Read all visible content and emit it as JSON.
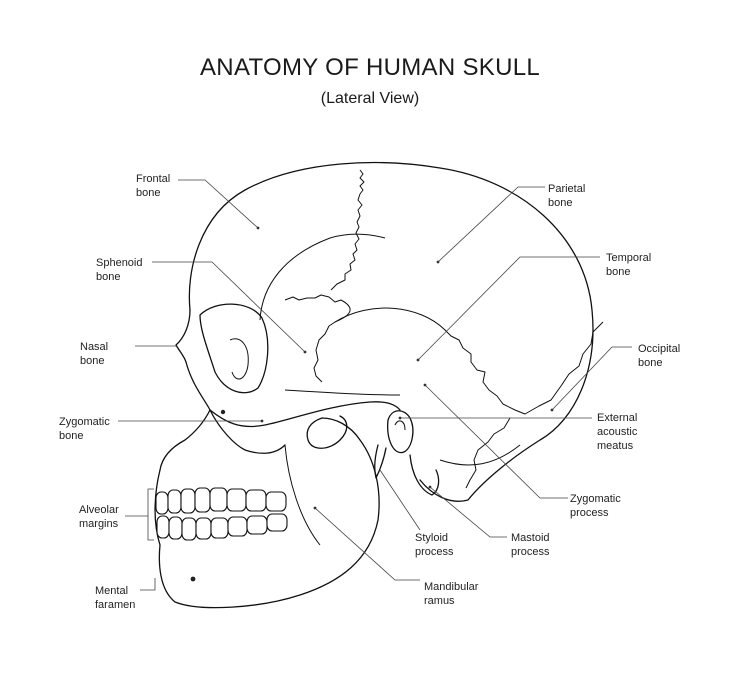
{
  "title": "ANATOMY OF HUMAN SKULL",
  "subtitle": "(Lateral View)",
  "labels": {
    "frontal": "Frontal\nbone",
    "sphenoid": "Sphenoid\nbone",
    "nasal": "Nasal\nbone",
    "zygomatic_bone": "Zygomatic\nbone",
    "alveolar": "Alveolar\nmargins",
    "mental": "Mental\nfaramen",
    "parietal": "Parietal\nbone",
    "temporal": "Temporal\nbone",
    "occipital": "Occipital\nbone",
    "acoustic": "External\nacoustic\nmeatus",
    "zygomatic_process": "Zygomatic\nprocess",
    "mastoid": "Mastoid\nprocess",
    "styloid": "Styloid\nprocess",
    "mandibular": "Mandibular\nramus"
  }
}
